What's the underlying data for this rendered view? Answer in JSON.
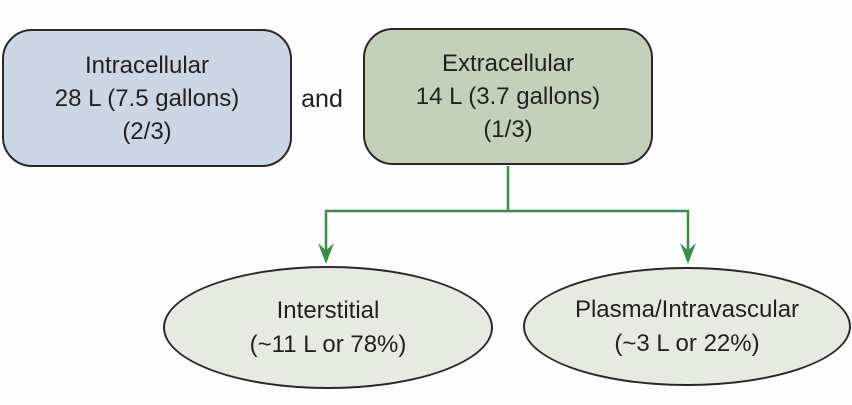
{
  "colors": {
    "page_background": "#fdfdfd",
    "intracellular_fill": "#ccd6e5",
    "extracellular_fill": "#c5d0ba",
    "ellipse_fill": "#e6eae2",
    "node_border": "#2b2728",
    "connector_green": "#3c8c49",
    "text": "#231f20"
  },
  "nodes": {
    "intracellular": {
      "lines": [
        "Intracellular",
        "28 L (7.5 gallons)",
        "(2/3)"
      ]
    },
    "conjunction": "and",
    "extracellular": {
      "lines": [
        "Extracellular",
        "14 L (3.7 gallons)",
        "(1/3)"
      ]
    },
    "interstitial": {
      "lines": [
        "Interstitial",
        "(~11 L or 78%)"
      ]
    },
    "plasma_intravascular": {
      "lines": [
        "Plasma/Intravascular",
        "(~3 L or 22%)"
      ]
    }
  }
}
